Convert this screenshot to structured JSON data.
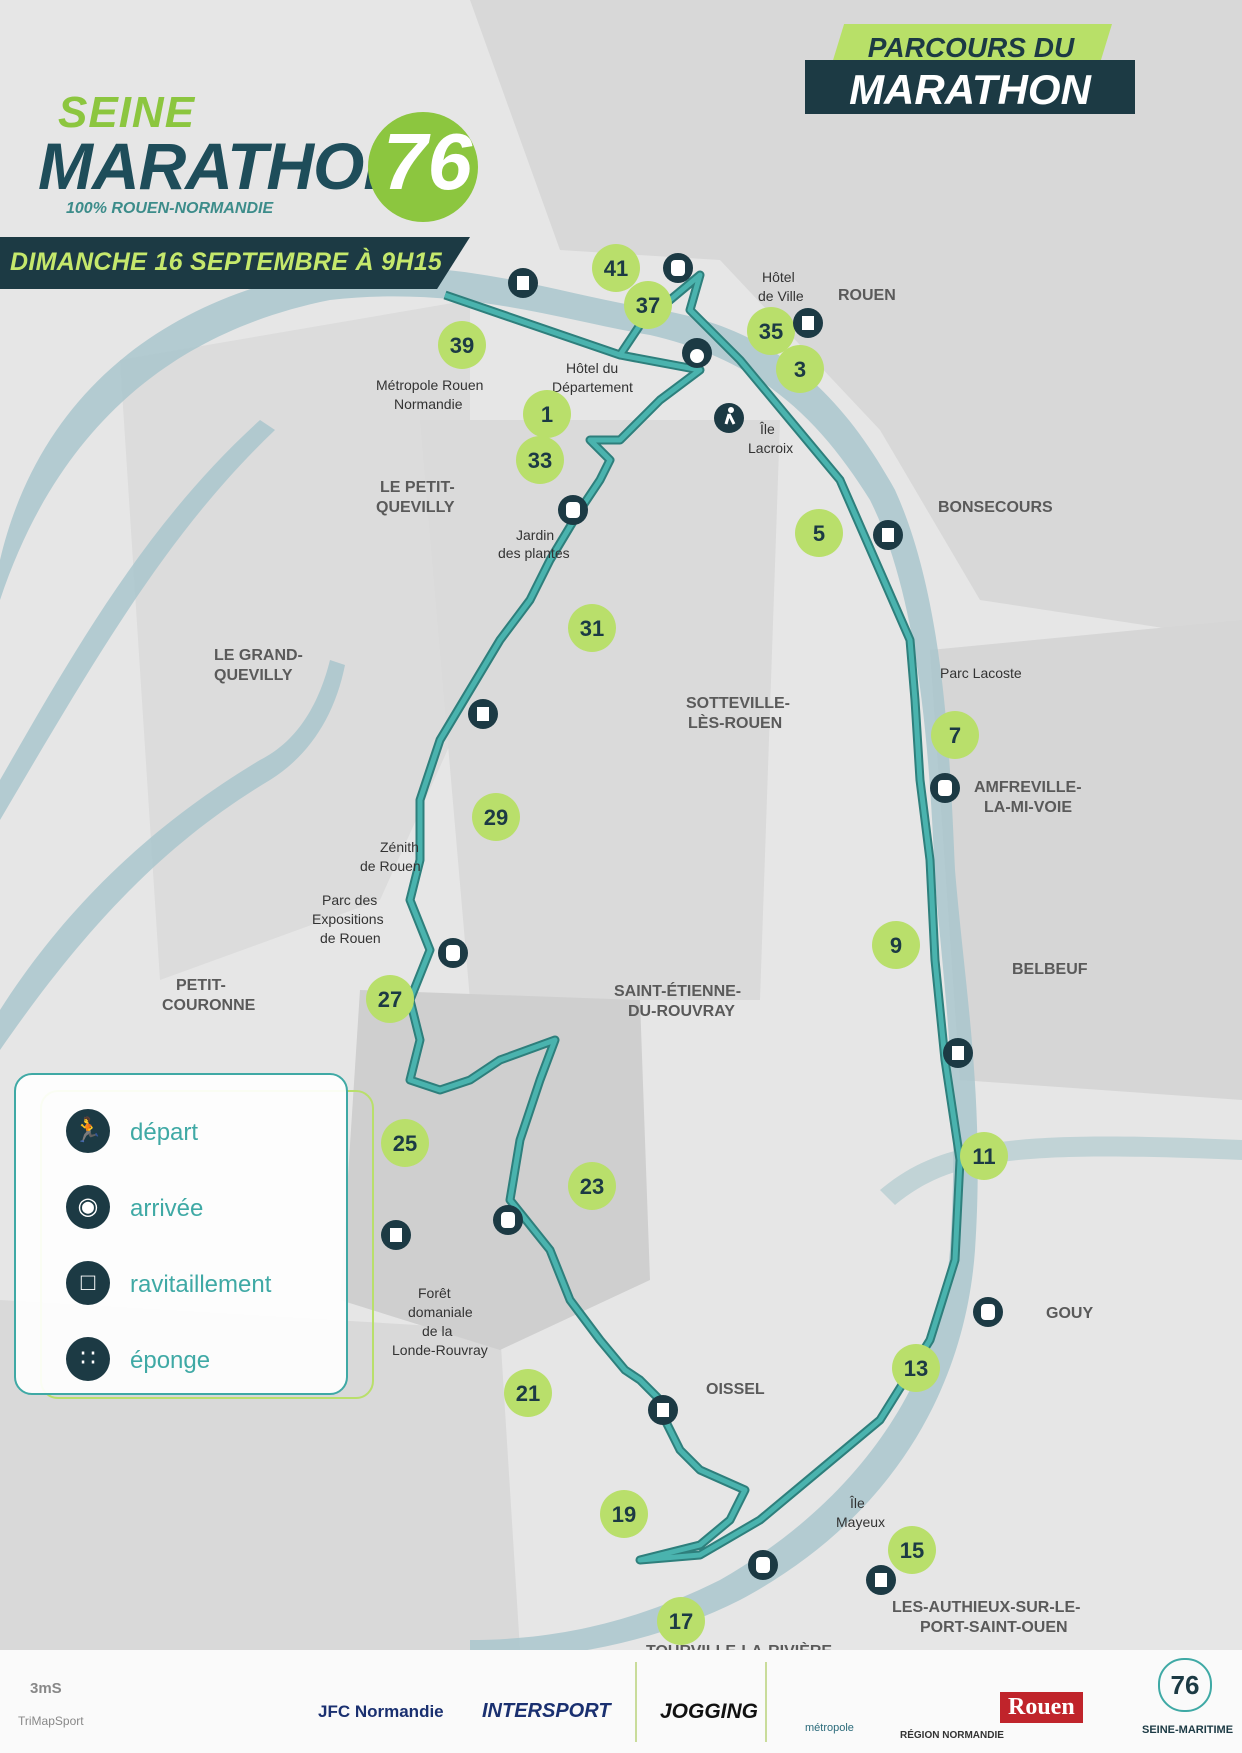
{
  "logo": {
    "line1": "SEINE",
    "line2": "MARATHON",
    "number": "76",
    "tagline": "100% ROUEN-NORMANDIE"
  },
  "date": "DIMANCHE 16 SEPTEMBRE À 9H15",
  "title": {
    "line1": "PARCOURS DU",
    "line2": "MARATHON"
  },
  "places": [
    "ROUEN",
    "BONSECOURS",
    "LE PETIT-",
    "QUEVILLY",
    "LE GRAND-",
    "QUEVILLY",
    "SOTTEVILLE-",
    "LÈS-ROUEN",
    "AMFREVILLE-",
    "LA-MI-VOIE",
    "BELBEUF",
    "SAINT-ÉTIENNE-",
    "DU-ROUVRAY",
    "PETIT-",
    "COURONNE",
    "GOUY",
    "OISSEL",
    "LES-AUTHIEUX-SUR-LE-",
    "PORT-SAINT-OUEN",
    "TOURVILLE-LA-RIVIÈRE"
  ],
  "pois": [
    "Hôtel",
    "de Ville",
    "Hôtel du",
    "Département",
    "Métropole Rouen",
    "Normandie",
    "Île",
    "Lacroix",
    "Jardin",
    "des plantes",
    "Parc Lacoste",
    "Zénith",
    "de Rouen",
    "Parc des",
    "Expositions",
    "de Rouen",
    "Forêt",
    "domaniale",
    "de la",
    "Londe-Rouvray",
    "Île",
    "Mayeux"
  ],
  "km_markers": [
    "1",
    "3",
    "5",
    "7",
    "9",
    "11",
    "13",
    "15",
    "17",
    "19",
    "21",
    "23",
    "25",
    "27",
    "29",
    "31",
    "33",
    "35",
    "37",
    "39",
    "41"
  ],
  "legend": {
    "start": "départ",
    "finish": "arrivée",
    "refreshment": "ravitaillement",
    "sponge": "éponge"
  },
  "sponsors": [
    "3mS",
    "TriMapSport",
    "JFC Normandie",
    "INTERSPORT",
    "JOGGING",
    "métropole",
    "RÉGION NORMANDIE",
    "Rouen",
    "76",
    "SEINE-MARITIME"
  ],
  "colors": {
    "route": "#3fa9a5",
    "marker": "#b9df6b",
    "dark": "#1c3a44",
    "river": "#a6c6cc"
  },
  "icons": [
    "runner-icon",
    "medal-icon",
    "cup-icon",
    "sponge-icon"
  ]
}
